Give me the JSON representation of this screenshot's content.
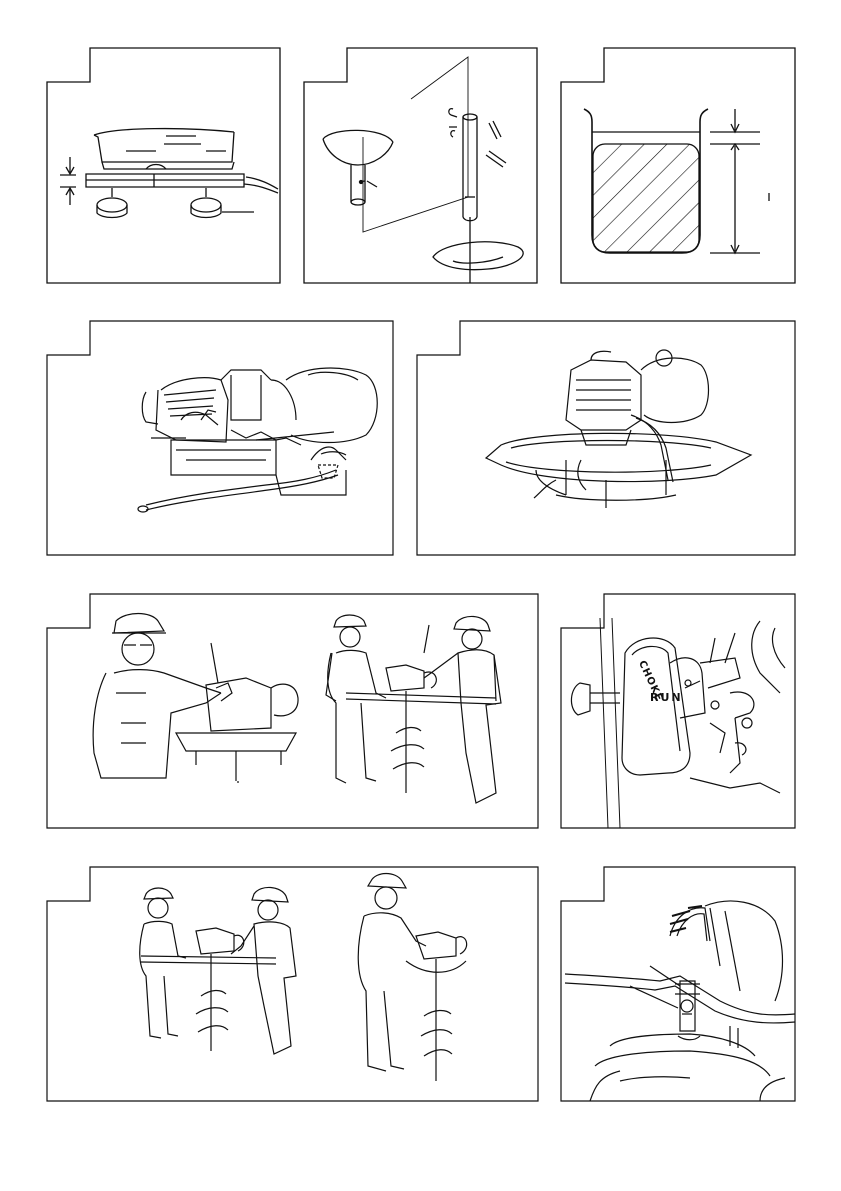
{
  "page": {
    "background": "#ffffff",
    "ink": "#111111"
  },
  "figures": [
    {
      "id": "fig1",
      "subject": "bolt-clamp-gap"
    },
    {
      "id": "fig2",
      "subject": "auger-shaft-pin"
    },
    {
      "id": "fig3",
      "subject": "fuel-tank-level"
    },
    {
      "id": "fig4",
      "subject": "engine-cable"
    },
    {
      "id": "fig5",
      "subject": "engine-on-frame"
    },
    {
      "id": "fig6",
      "subject": "operators-starting"
    },
    {
      "id": "fig7",
      "subject": "choke-lever",
      "choke_label": "CHOKE",
      "run_label": "RUN"
    },
    {
      "id": "fig8",
      "subject": "operators-drilling"
    },
    {
      "id": "fig9",
      "subject": "fuel-filter"
    }
  ]
}
